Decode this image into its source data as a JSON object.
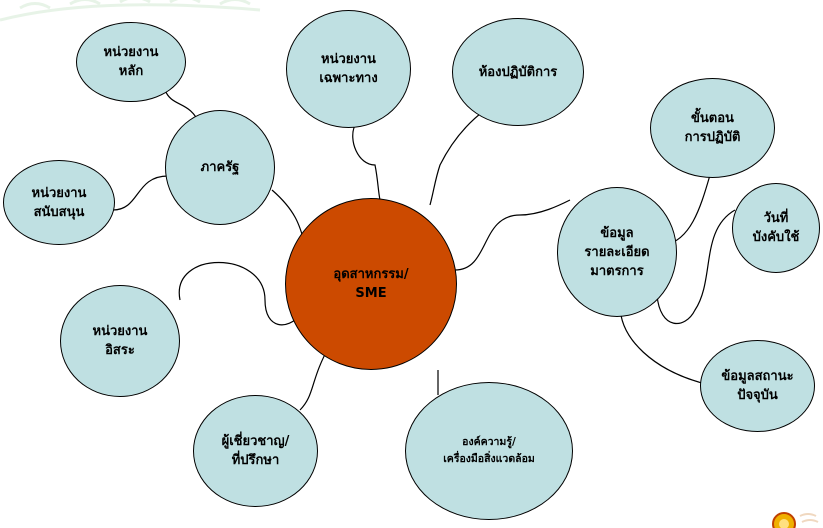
{
  "center": {
    "label": "อุดสาหกรรม/\nSME",
    "fill": "#cc4a00"
  },
  "nodes": {
    "main_units": "หน่วยงาน\nหลัก",
    "support_units": "หน่วยงาน\nสนับสนุน",
    "government": "ภาครัฐ",
    "specialized_units": "หน่วยงาน\nเฉพาะทาง",
    "laboratory": "ห้องปฏิบัติการ",
    "procedures": "ขั้นตอน\nการปฏิบัติ",
    "effective_date": "วันที่\nบังคับใช้",
    "measure_details": "ข้อมูล\nรายละเอียด\nมาตรการ",
    "current_status": "ข้อมูลสถานะ\nปัจจุบัน",
    "independent_units": "หน่วยงาน\nอิสระ",
    "experts": "ผู้เชี่ยวชาญ/\nที่ปรึกษา",
    "knowledge_tools": "องค์ความรู้/\nเครื่องมือสิ่งแวดล้อม"
  },
  "colors": {
    "node_fill": "#bfe0e2",
    "center_fill": "#cc4a00",
    "outline": "#000000"
  },
  "decor": {
    "logo": "emblem-logo",
    "background": "faint-green-leaf-watermark"
  }
}
